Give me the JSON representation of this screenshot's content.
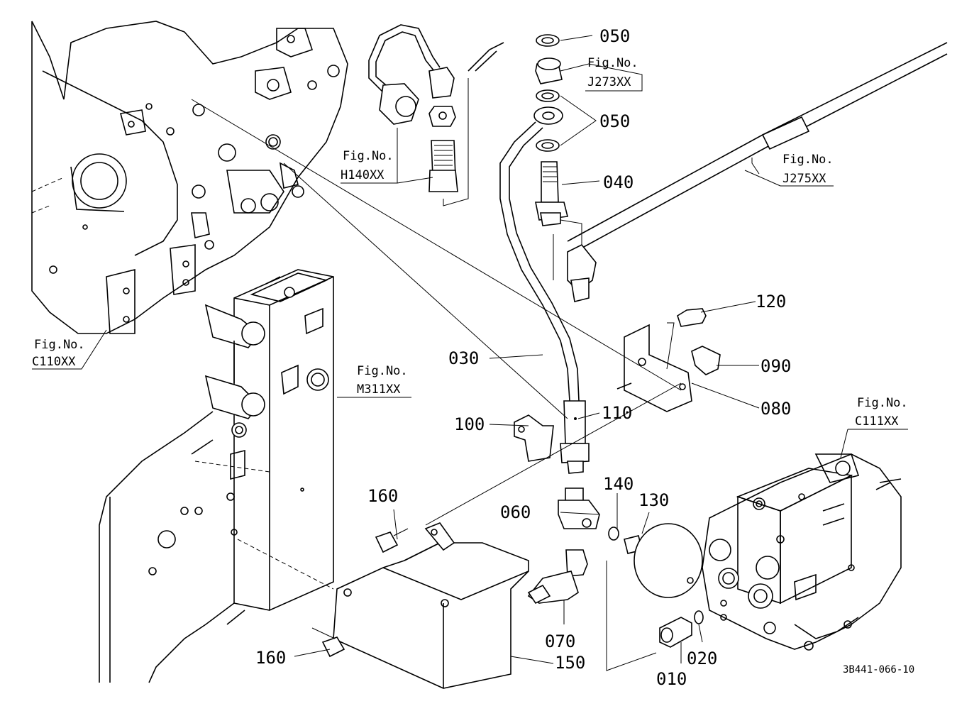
{
  "part_labels": {
    "p010": "010",
    "p020": "020",
    "p030": "030",
    "p040": "040",
    "p050a": "050",
    "p050b": "050",
    "p060": "060",
    "p070": "070",
    "p080": "080",
    "p090": "090",
    "p100": "100",
    "p110": "110",
    "p120": "120",
    "p130": "130",
    "p140": "140",
    "p150": "150",
    "p160a": "160",
    "p160b": "160"
  },
  "figure_refs": {
    "c110": {
      "label": "Fig.No.",
      "code": "C110XX"
    },
    "m311": {
      "label": "Fig.No.",
      "code": "M311XX"
    },
    "h140": {
      "label": "Fig.No.",
      "code": "H140XX"
    },
    "j273": {
      "label": "Fig.No.",
      "code": "J273XX"
    },
    "j275": {
      "label": "Fig.No.",
      "code": "J275XX"
    },
    "c111": {
      "label": "Fig.No.",
      "code": "C111XX"
    }
  },
  "drawing_code": "3B441-066-10"
}
